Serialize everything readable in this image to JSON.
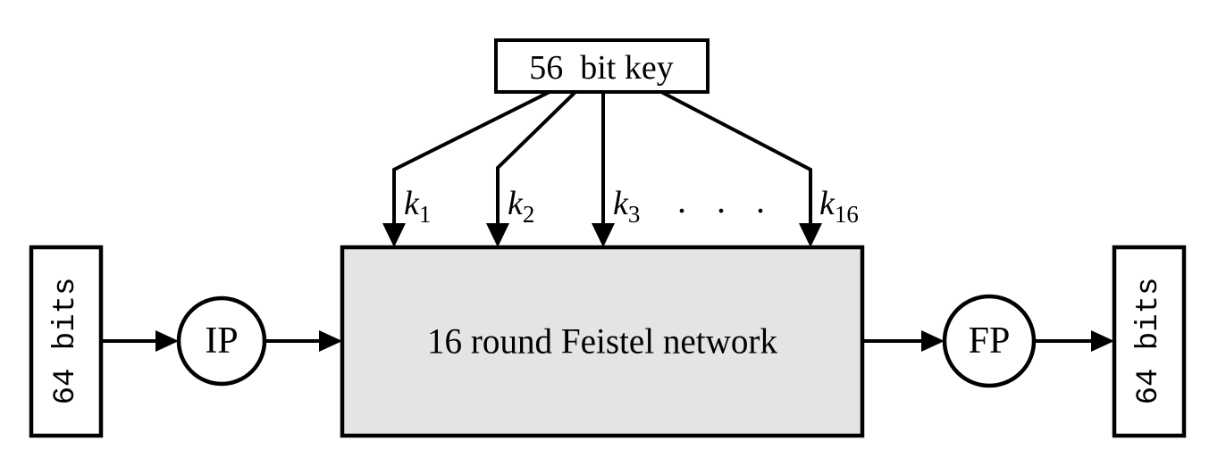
{
  "diagram": {
    "key_box": {
      "label": "56  bit key"
    },
    "subkeys": [
      {
        "base": "k",
        "sub": "1"
      },
      {
        "base": "k",
        "sub": "2"
      },
      {
        "base": "k",
        "sub": "3"
      },
      {
        "base": "k",
        "sub": "16"
      }
    ],
    "ellipsis": ". . .",
    "input_box": {
      "label": "64 bits"
    },
    "output_box": {
      "label": "64 bits"
    },
    "ip_node": {
      "label": "IP"
    },
    "fp_node": {
      "label": "FP"
    },
    "feistel_box": {
      "label": "16 round Feistel network"
    }
  },
  "colors": {
    "line": "#000000",
    "box_fill": "#ffffff",
    "feistel_fill": "#e4e4e4",
    "background": "#ffffff"
  }
}
